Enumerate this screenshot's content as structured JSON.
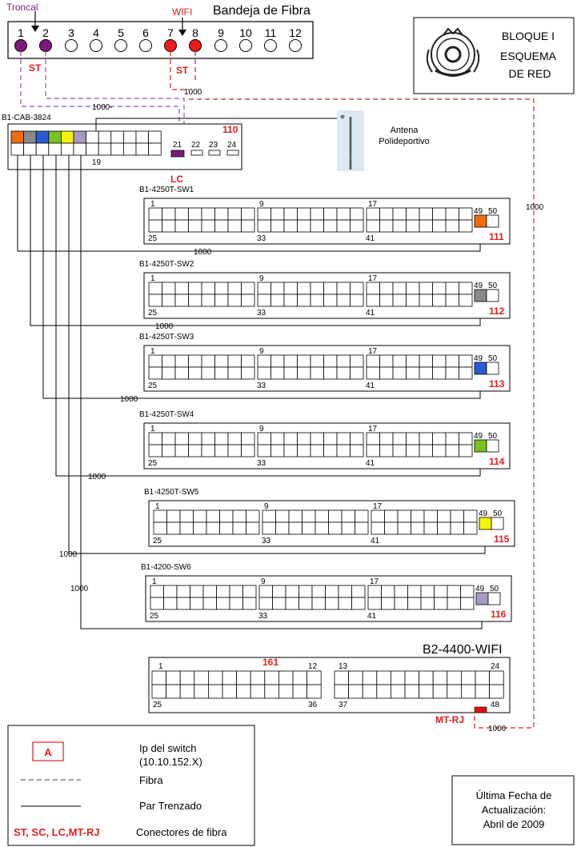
{
  "colors": {
    "fiber": "#cc2222",
    "fiber_alt": "#8e44ad",
    "red_label": "#e02020",
    "purple": "#7a1a7a",
    "line": "#000000"
  },
  "tray": {
    "title": "Bandeja de Fibra",
    "ports": [
      "1",
      "2",
      "3",
      "4",
      "5",
      "6",
      "7",
      "8",
      "9",
      "10",
      "11",
      "12"
    ],
    "troncal_label": "Troncal",
    "wifi_label": "WIFI",
    "st_left": "ST",
    "st_right": "ST",
    "dist_wifi": "1000"
  },
  "bloque": {
    "line1": "BLOQUE I",
    "line2": "ESQUEMA",
    "line3": "DE  RED",
    "seal_icon": "university-seal-icon"
  },
  "cab": {
    "name": "B1-CAB-3824",
    "ip": "110",
    "port19": "19",
    "port21": "21",
    "port22": "22",
    "port23": "23",
    "port24": "24",
    "lc_label": "LC",
    "dist_top": "1000-",
    "sfp_colors": [
      "#f26b0f",
      "#8a8a8a",
      "#2a5bd7",
      "#7ac21f",
      "#f4f40a",
      "#a99ac4"
    ]
  },
  "antenna": {
    "label1": "Antena",
    "label2": "Polideportivo",
    "icon": "antenna-icon"
  },
  "switches": [
    {
      "name": "B1-4250T-SW1",
      "ip": "111",
      "n1": "1",
      "n9": "9",
      "n17": "17",
      "n25": "25",
      "n33": "33",
      "n41": "41",
      "n49": "49",
      "n50": "50",
      "color": "#f26b0f",
      "dist": "1000"
    },
    {
      "name": "B1-4250T-SW2",
      "ip": "112",
      "n1": "1",
      "n9": "9",
      "n17": "17",
      "n25": "25",
      "n33": "33",
      "n41": "41",
      "n49": "49",
      "n50": "50",
      "color": "#8a8a8a",
      "dist": "1000"
    },
    {
      "name": "B1-4250T-SW3",
      "ip": "113",
      "n1": "1",
      "n9": "9",
      "n17": "17",
      "n25": "25",
      "n33": "33",
      "n41": "41",
      "n49": "49",
      "n50": "50",
      "color": "#2a5bd7",
      "dist": "1000"
    },
    {
      "name": "B1-4250T-SW4",
      "ip": "114",
      "n1": "1",
      "n9": "9",
      "n17": "17",
      "n25": "25",
      "n33": "33",
      "n41": "41",
      "n49": "49",
      "n50": "50",
      "color": "#7ac21f",
      "dist": "1000"
    },
    {
      "name": "B1-4250T-SW5",
      "ip": "115",
      "n1": "1",
      "n9": "9",
      "n17": "17",
      "n25": "25",
      "n33": "33",
      "n41": "41",
      "n49": "49",
      "n50": "50",
      "color": "#f4f40a",
      "dist": "1000"
    },
    {
      "name": "B1-4200-SW6",
      "ip": "116",
      "n1": "1",
      "n9": "9",
      "n17": "17",
      "n25": "25",
      "n33": "33",
      "n41": "41",
      "n49": "49",
      "n50": "50",
      "color": "#a99ac4",
      "dist": "1000"
    }
  ],
  "sw6_side_dist": "1000",
  "wifi_switch": {
    "name": "B2-4400-WIFI",
    "ip": "161",
    "n1": "1",
    "n12": "12",
    "n13": "13",
    "n24": "24",
    "n25": "25",
    "n36": "36",
    "n37": "37",
    "n48": "48",
    "mtrj_label": "MT-RJ",
    "dist": "1000",
    "side_dist": "1000"
  },
  "legend": {
    "box_letter": "A",
    "ip_line1": "Ip del switch",
    "ip_line2": "(10.10.152.X)",
    "fibra": "Fibra",
    "par": "Par Trenzado",
    "connectors_red": "ST, SC, LC,MT-RJ",
    "connectors": "Conectores de fibra"
  },
  "update": {
    "line1": "Última Fecha de",
    "line2": "Actualización:",
    "line3": "Abril de 2009"
  }
}
